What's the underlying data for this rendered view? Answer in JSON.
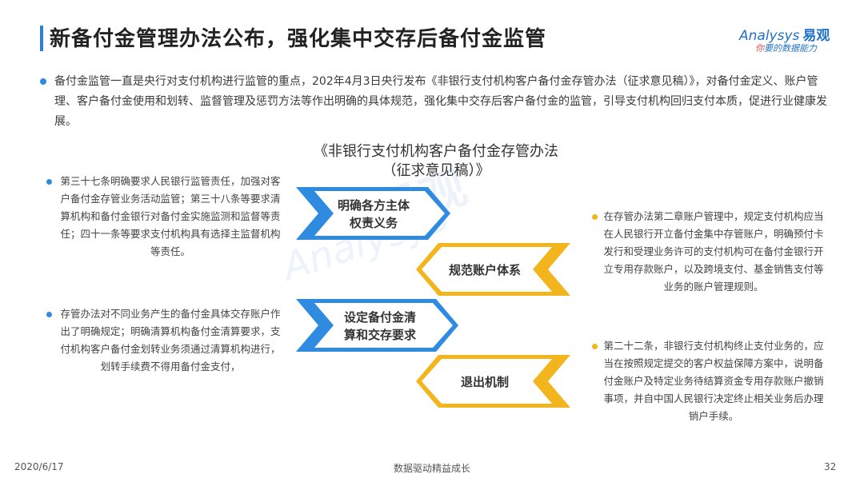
{
  "slide": {
    "title": "新备付金管理办法公布，强化集中交存后备付金监管",
    "logo": {
      "brand_latin": "Analysys",
      "brand_cn": "易观",
      "tagline_prefix": "你",
      "tagline_rest": "要的数据能力"
    },
    "intro": "备付金监管一直是央行对支付机构进行监管的重点，202年4月3日央行发布《非银行支付机构客户备付金存管办法（征求意见稿）》，对备付金定义、账户管理、客户备付金使用和划转、监督管理及惩罚方法等作出明确的具体规范，强化集中交存后客户备付金的监管，引导支付机构回归支付本质，促进行业健康发展。",
    "center_title_line1": "《非银行支付机构客户备付金存管办法",
    "center_title_line2": "（征求意见稿）》",
    "arrows": [
      {
        "label_line1": "明确各方主体",
        "label_line2": "权责义务",
        "color": "#2e8be0"
      },
      {
        "label_line1": "规范账户体系",
        "label_line2": "",
        "color": "#f3b51d"
      },
      {
        "label_line1": "设定备付金清",
        "label_line2": "算和交存要求",
        "color": "#2e8be0"
      },
      {
        "label_line1": "退出机制",
        "label_line2": "",
        "color": "#f3b51d"
      }
    ],
    "left_notes": [
      "第三十七条明确要求人民银行监管责任，加强对客户备付金存管业务活动监管；第三十八条等要求清算机构和备付金银行对备付金实施监测和监督等责任；四十一条等要求支付机构具有选择主监督机构等责任。",
      "存管办法对不同业务产生的备付金具体交存账户作出了明确规定；明确清算机构备付金清算要求，支付机构客户备付金划转业务须通过清算机构进行，划转手续费不得用备付金支付，"
    ],
    "right_notes": [
      "在存管办法第二章账户管理中，规定支付机构应当在人民银行开立备付金集中存管账户，明确预付卡发行和受理业务许可的支付机构可在备付金银行开立专用存款账户，以及跨境支付、基金销售支付等业务的账户管理规则。",
      "第二十二条，非银行支付机构终止支付业务的，应当在按照规定提交的客户权益保障方案中，说明备付金账户及特定业务待结算资金专用存款账户撤销事项，并自中国人民银行决定终止相关业务后办理销户手续。"
    ],
    "watermark_brand": "易观",
    "watermark_script": "Analysys",
    "footer": {
      "date": "2020/6/17",
      "center": "数据驱动精益成长",
      "page": "32"
    }
  }
}
